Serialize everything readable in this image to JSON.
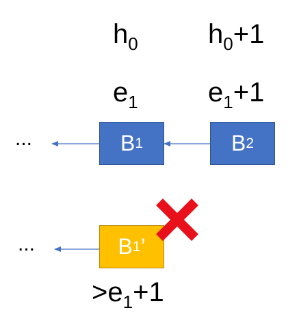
{
  "header": {
    "h_left": {
      "base": "h",
      "sub": "0",
      "suffix": ""
    },
    "h_right": {
      "base": "h",
      "sub": "0",
      "suffix": "+1"
    },
    "e_left": {
      "base": "e",
      "sub": "1",
      "suffix": ""
    },
    "e_right": {
      "base": "e",
      "sub": "1",
      "suffix": "+1"
    }
  },
  "chain": {
    "ellipsis": "...",
    "b1": {
      "base": "B",
      "sub": "1",
      "suffix": ""
    },
    "b2": {
      "base": "B",
      "sub": "2",
      "suffix": ""
    }
  },
  "fork": {
    "ellipsis": "...",
    "b1prime": {
      "base": "B",
      "sub": "1",
      "suffix": "’"
    },
    "label": {
      "base": ">e",
      "sub": "1",
      "suffix": "+1"
    }
  },
  "colors": {
    "block_blue": "#4472c4",
    "block_gold": "#ffc000",
    "arrow": "#4472c4",
    "cross": "#e8101a"
  },
  "icons": {
    "reject": "red-cross-icon"
  }
}
